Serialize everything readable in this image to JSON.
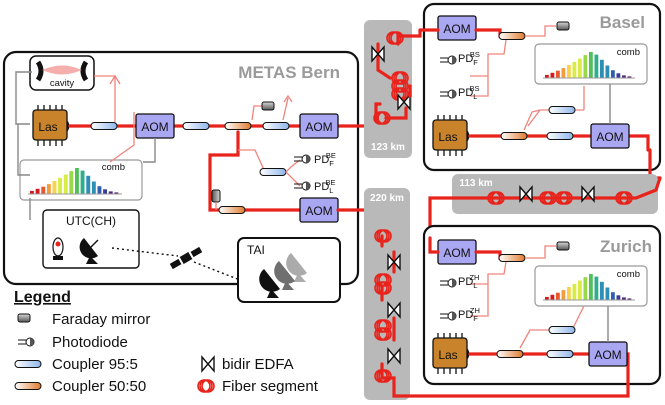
{
  "sites": {
    "bern": "METAS Bern",
    "basel": "Basel",
    "zurich": "Zurich"
  },
  "links": {
    "bern_basel": "123 km",
    "basel_zurich": "113 km",
    "bern_zurich": "220 km"
  },
  "components": {
    "aom": "AOM",
    "laser": "Las",
    "comb": "comb",
    "cavity": "cavity",
    "utc": "UTC(CH)",
    "tai": "TAI"
  },
  "photodiodes": {
    "bern_f": {
      "base": "PD",
      "sup": "BE",
      "sub": "F"
    },
    "bern_l": {
      "base": "PD",
      "sup": "BE",
      "sub": "L"
    },
    "basel_f": {
      "base": "PD",
      "sup": "BS",
      "sub": "F"
    },
    "basel_l": {
      "base": "PD",
      "sup": "BS",
      "sub": "L"
    },
    "zurich_l": {
      "base": "PD",
      "sup": "ZH",
      "sub": "L"
    },
    "zurich_f": {
      "base": "PD",
      "sup": "ZH",
      "sub": "F"
    }
  },
  "legend": {
    "title": "Legend",
    "faraday": "Faraday mirror",
    "photodiode": "Photodiode",
    "coupler95": "Coupler 95:5",
    "coupler50": "Coupler 50:50",
    "edfa": "bidir EDFA",
    "fiber": "Fiber segment"
  },
  "colors": {
    "fiber": "#e8231c",
    "aom": "#a9a6f2",
    "laser": "#c9832a",
    "span": "#b9b9b9",
    "coupler95": "#a9c7ef",
    "coupler50": "#e8a060"
  }
}
